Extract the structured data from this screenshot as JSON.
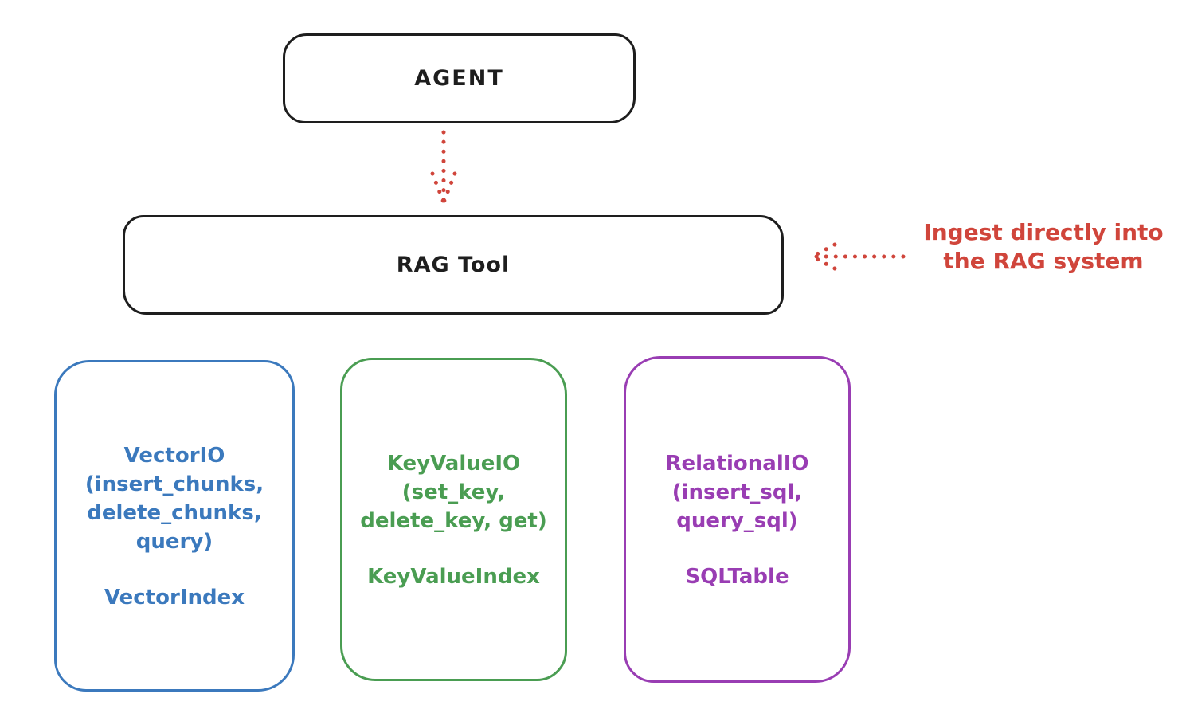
{
  "agent": {
    "label": "AGENT"
  },
  "rag_tool": {
    "label": "RAG Tool"
  },
  "annotation": {
    "lines": [
      "Ingest directly into",
      "the RAG system"
    ]
  },
  "stores": [
    {
      "id": "vector-io",
      "color": "#3b79bd",
      "lines": [
        "VectorIO",
        "(insert_chunks,",
        "delete_chunks,",
        "query)"
      ],
      "index_label": "VectorIndex"
    },
    {
      "id": "key-value-io",
      "color": "#4a9d52",
      "lines": [
        "KeyValueIO",
        "(set_key,",
        "delete_key, get)"
      ],
      "index_label": "KeyValueIndex"
    },
    {
      "id": "relational-io",
      "color": "#993db3",
      "lines": [
        "RelationalIO",
        "(insert_sql,",
        "query_sql)"
      ],
      "index_label": "SQLTable"
    }
  ],
  "colors": {
    "ink": "#1e1e1e",
    "red": "#d0453b",
    "blue": "#3b79bd",
    "green": "#4a9d52",
    "purple": "#993db3",
    "background": "#ffffff"
  }
}
